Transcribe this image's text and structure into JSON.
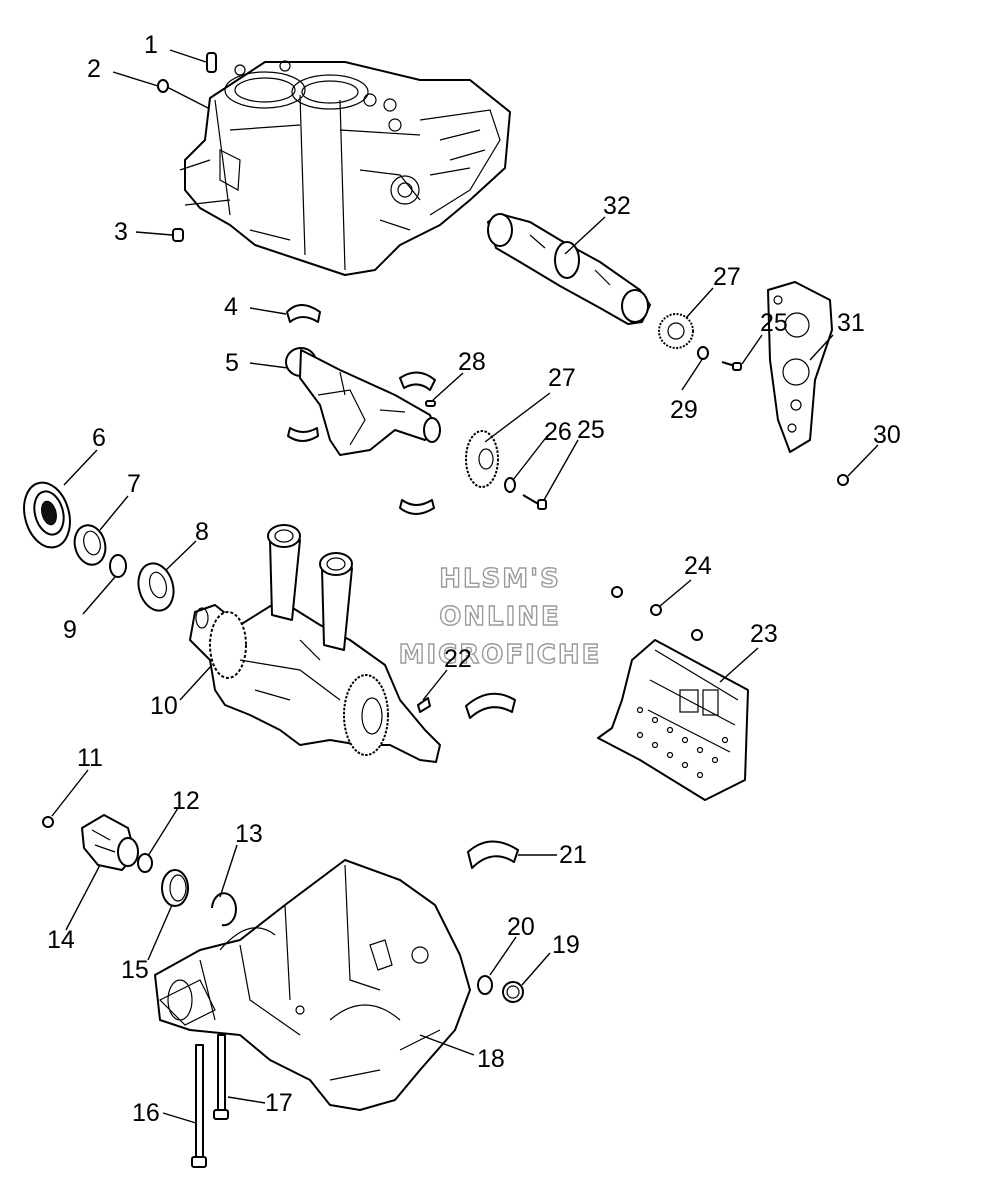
{
  "watermark": {
    "line1": "HLSM'S",
    "line2": "ONLINE",
    "line3": "MICROFICHE"
  },
  "callouts": [
    "1",
    "2",
    "3",
    "4",
    "5",
    "6",
    "7",
    "8",
    "9",
    "10",
    "11",
    "12",
    "13",
    "14",
    "15",
    "16",
    "17",
    "18",
    "19",
    "20",
    "21",
    "22",
    "23",
    "24",
    "25",
    "25",
    "26",
    "27",
    "27",
    "28",
    "29",
    "30",
    "31",
    "32"
  ]
}
